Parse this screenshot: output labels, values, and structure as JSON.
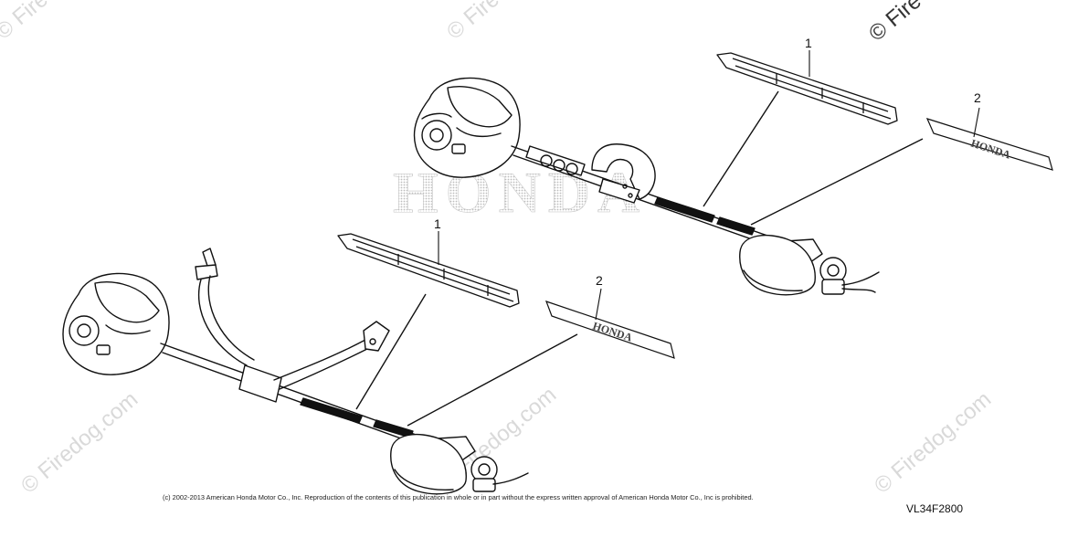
{
  "watermarks": {
    "site": "Firedog.com",
    "site_short": "Fire",
    "honda": "HONDA"
  },
  "callouts": {
    "part1": "1",
    "part2": "2"
  },
  "footer": {
    "copyright": "(c) 2002-2013 American Honda Motor Co., Inc. Reproduction of the contents of this publication in whole or in part without the express written approval of American Honda Motor Co., Inc is prohibited.",
    "drawing_id": "VL34F2800"
  },
  "colors": {
    "line": "#111111",
    "watermark": "#d9d9d9"
  }
}
